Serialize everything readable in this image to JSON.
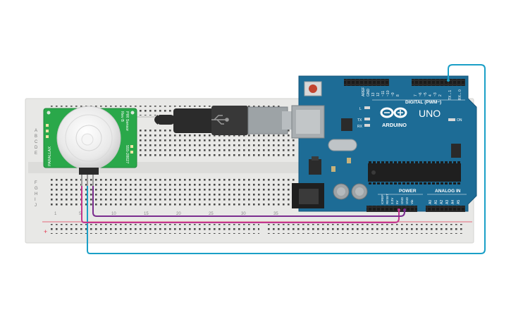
{
  "colors": {
    "canvas": "#ffffff",
    "breadboard": "#e8e8e6",
    "breadboard_hole": "#4a4a4a",
    "rail_red": "#e3344d",
    "arduino_board": "#1d6c96",
    "arduino_dark": "#14557a",
    "pir_board": "#2aa84a",
    "wire_cyan": "#1a9fc7",
    "wire_magenta": "#c2378f",
    "wire_purple": "#7a2d8e",
    "usb_cable": "#2b2b2b"
  },
  "breadboard": {
    "row_letters_top": [
      "A",
      "B",
      "C",
      "D",
      "E"
    ],
    "row_letters_bottom": [
      "F",
      "G",
      "H",
      "I",
      "J"
    ],
    "column_numbers": [
      "1",
      "5",
      "10",
      "15",
      "20",
      "25",
      "30",
      "35"
    ],
    "rail_plus": "+"
  },
  "pir_sensor": {
    "left_text": "PIR Sensor",
    "left_text_2": "Rev B",
    "right_text": "555-28027",
    "footer_text": "PARALLAX"
  },
  "arduino": {
    "brand": "ARDUINO",
    "model": "UNO",
    "digital_label": "DIGITAL (PWM~)",
    "power_label": "POWER",
    "analog_label": "ANALOG IN",
    "on_label": "ON",
    "led_l": "L",
    "led_tx": "TX",
    "led_rx": "RX",
    "aref": "AREF",
    "gnd": "GND",
    "digital_pins": [
      "13",
      "12",
      "~11",
      "~10",
      "~9",
      "8",
      "7",
      "~6",
      "~5",
      "4",
      "~3",
      "2",
      "TX→1",
      "RX←0"
    ],
    "power_pins": [
      "IOREF",
      "RESET",
      "3.3V",
      "5V",
      "GND",
      "GND",
      "Vin"
    ],
    "analog_pins": [
      "A0",
      "A1",
      "A2",
      "A3",
      "A4",
      "A5"
    ]
  }
}
